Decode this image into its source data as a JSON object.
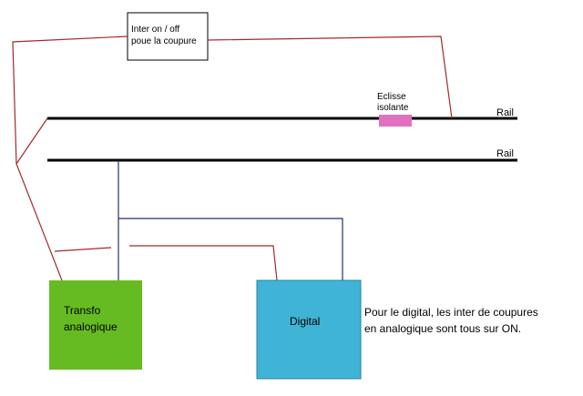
{
  "switch_label": [
    "Inter on / off",
    "poue la coupure"
  ],
  "insulated_joint_label": [
    "Eclisse",
    "isolante"
  ],
  "rail_top_label": "Rail",
  "rail_bottom_label": "Rail",
  "analog_box_label": [
    "Transfo",
    "analogique"
  ],
  "digital_box_label": "Digital",
  "note": [
    "Pour le digital, les inter de coupures",
    "en analogique sont tous sur ON."
  ],
  "colors": {
    "rail": "#000000",
    "analog_wire": "#a52a2a",
    "digital_wire": "#1f2f7a",
    "analog_box": "#66bb22",
    "digital_box": "#40b4d6",
    "insulated_joint": "#e070c0"
  }
}
